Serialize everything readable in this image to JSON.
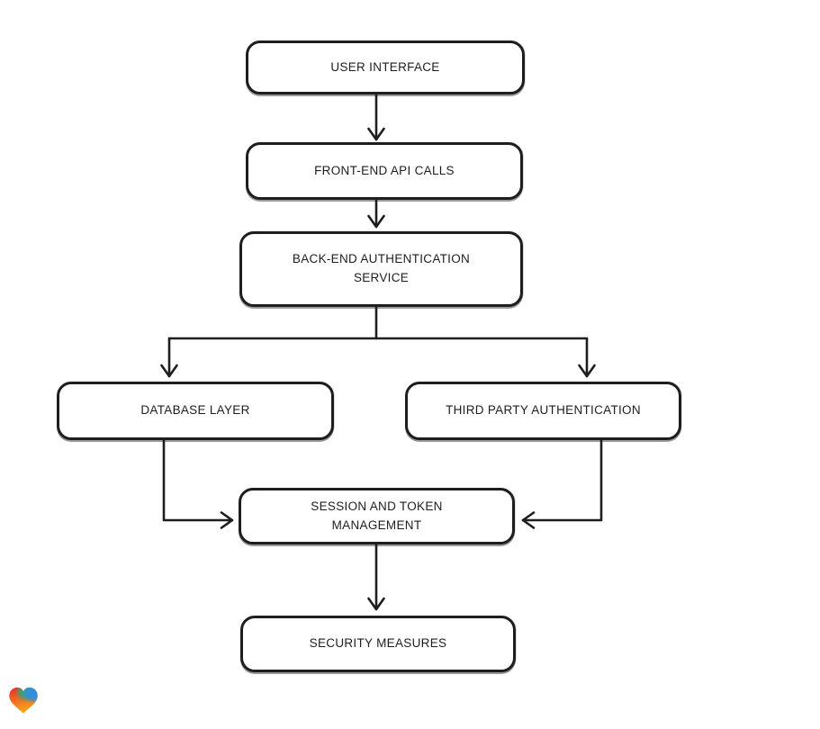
{
  "diagram": {
    "colors": {
      "background": "#ffffff",
      "stroke": "#1e1e1e",
      "text": "#1e1e1e"
    },
    "nodes": [
      {
        "id": "user-interface",
        "label": "USER INTERFACE"
      },
      {
        "id": "front-end-api-calls",
        "label": "FRONT-END API CALLS"
      },
      {
        "id": "back-end-authentication-service",
        "label": "BACK-END AUTHENTICATION SERVICE"
      },
      {
        "id": "database-layer",
        "label": "DATABASE LAYER"
      },
      {
        "id": "third-party-authentication",
        "label": "THIRD PARTY AUTHENTICATION"
      },
      {
        "id": "session-and-token-management",
        "label": "SESSION AND TOKEN MANAGEMENT"
      },
      {
        "id": "security-measures",
        "label": "SECURITY MEASURES"
      }
    ],
    "edges": [
      {
        "from": "user-interface",
        "to": "front-end-api-calls"
      },
      {
        "from": "front-end-api-calls",
        "to": "back-end-authentication-service"
      },
      {
        "from": "back-end-authentication-service",
        "to": "database-layer"
      },
      {
        "from": "back-end-authentication-service",
        "to": "third-party-authentication"
      },
      {
        "from": "database-layer",
        "to": "session-and-token-management"
      },
      {
        "from": "third-party-authentication",
        "to": "session-and-token-management"
      },
      {
        "from": "session-and-token-management",
        "to": "security-measures"
      }
    ],
    "logo": {
      "icon": "heart-icon",
      "colors": [
        "#e62a2f",
        "#f7a81b",
        "#2fa77d",
        "#2e8fe0"
      ]
    }
  }
}
